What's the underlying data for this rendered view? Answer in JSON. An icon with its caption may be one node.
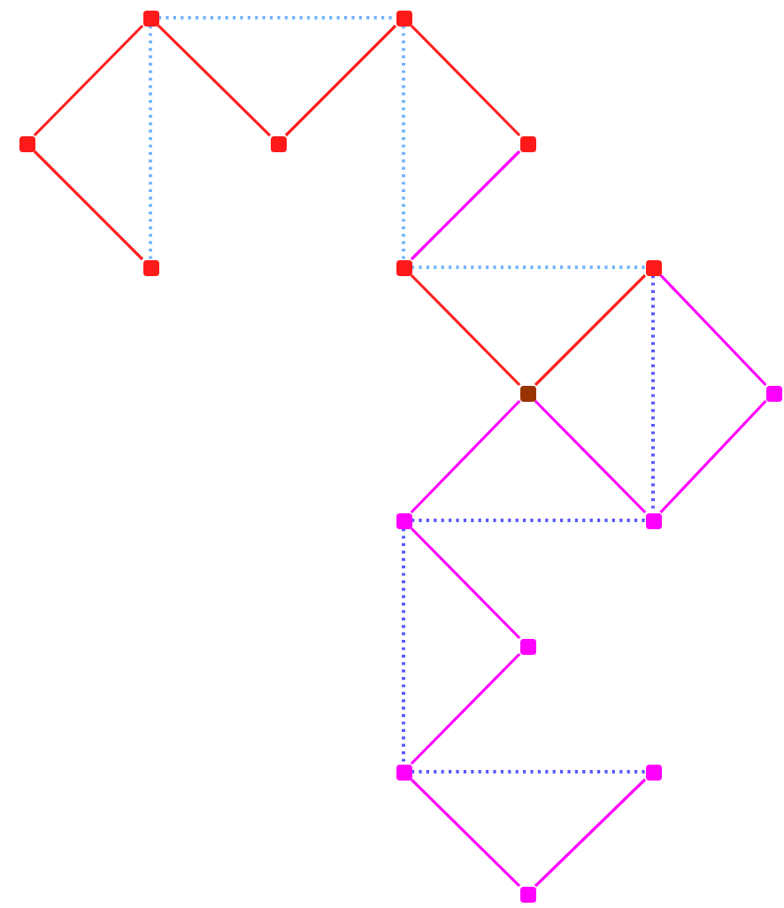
{
  "diagram": {
    "nodes": [
      {
        "text": [],
        "shape": "dot"
      },
      {
        "text": [],
        "shape": "dot"
      },
      {
        "text": [],
        "shape": "dot"
      },
      {
        "text": [],
        "shape": "dot"
      },
      {
        "text": [],
        "shape": "dot"
      },
      {
        "text": [],
        "shape": "dot"
      },
      {
        "text": [],
        "shape": "dot"
      },
      {
        "text": [],
        "shape": "dot"
      },
      {
        "text": [],
        "shape": "dot"
      },
      {
        "text": [],
        "shape": "dot"
      },
      {
        "text": [],
        "shape": "dot"
      },
      {
        "text": [],
        "shape": "dot"
      },
      {
        "text": [],
        "shape": "dot"
      },
      {
        "text": [],
        "shape": "dot"
      },
      {
        "text": [],
        "shape": "dot"
      },
      {
        "text": [],
        "shape": "dot"
      }
    ],
    "edges": [
      {
        "from": 2,
        "to": 0,
        "arrow": "none",
        "color": "#ff2020"
      },
      {
        "from": 2,
        "to": 5,
        "arrow": "none",
        "color": "#ff2020"
      },
      {
        "from": 0,
        "to": 3,
        "arrow": "none",
        "color": "#ff2020"
      },
      {
        "from": 3,
        "to": 1,
        "arrow": "none",
        "color": "#ff2020"
      },
      {
        "from": 1,
        "to": 4,
        "arrow": "none",
        "color": "#ff2020"
      },
      {
        "from": 6,
        "to": 8,
        "arrow": "none",
        "color": "#ff2020"
      },
      {
        "from": 8,
        "to": 7,
        "arrow": "none",
        "color": "#ff2020"
      },
      {
        "from": 4,
        "to": 6,
        "arrow": "none"
      },
      {
        "from": 7,
        "to": 9,
        "arrow": "none"
      },
      {
        "from": 9,
        "to": 11,
        "arrow": "none"
      },
      {
        "from": 8,
        "to": 11,
        "arrow": "none"
      },
      {
        "from": 8,
        "to": 10,
        "arrow": "none"
      },
      {
        "from": 10,
        "to": 12,
        "arrow": "none"
      },
      {
        "from": 12,
        "to": 13,
        "arrow": "none"
      },
      {
        "from": 13,
        "to": 15,
        "arrow": "none"
      },
      {
        "from": 15,
        "to": 14,
        "arrow": "none"
      },
      {
        "from": 0,
        "to": 1,
        "arrow": "none",
        "style": "dashed",
        "color": "#77b5fe"
      },
      {
        "from": 0,
        "to": 5,
        "arrow": "none",
        "style": "dashed",
        "color": "#77b5fe"
      },
      {
        "from": 1,
        "to": 6,
        "arrow": "none",
        "style": "dashed",
        "color": "#77b5fe"
      },
      {
        "from": 6,
        "to": 7,
        "arrow": "none",
        "style": "dashed",
        "color": "#77b5fe"
      },
      {
        "from": 7,
        "to": 11,
        "arrow": "none",
        "style": "dashed",
        "color": "#5a5aff"
      },
      {
        "from": 10,
        "to": 11,
        "arrow": "none",
        "style": "dashed",
        "color": "#5a5aff"
      },
      {
        "from": 10,
        "to": 13,
        "arrow": "none",
        "style": "dashed",
        "color": "#5a5aff"
      },
      {
        "from": 13,
        "to": 14,
        "arrow": "none",
        "style": "dashed",
        "color": "#5a5aff"
      }
    ]
  }
}
